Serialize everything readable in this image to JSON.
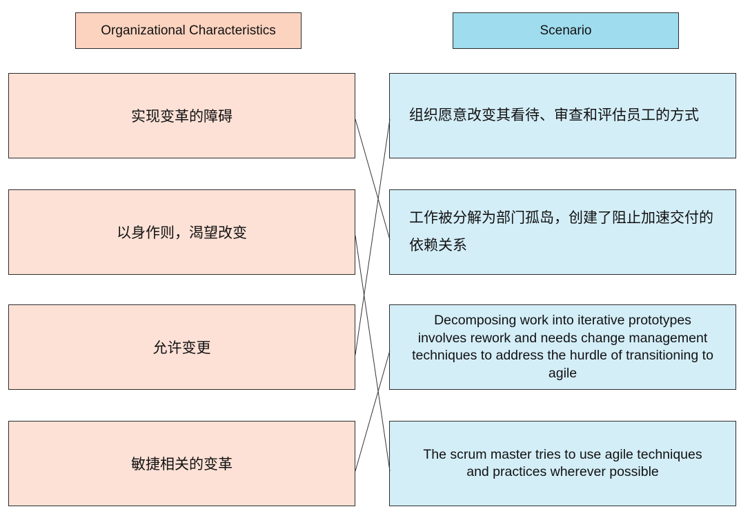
{
  "headers": {
    "left": "Organizational Characteristics",
    "right": "Scenario"
  },
  "characteristics": [
    "实现变革的障碍",
    "以身作则，渴望改变",
    "允许变更",
    "敏捷相关的变革"
  ],
  "scenarios": [
    "组织愿意改变其看待、审查和评估员工的方式",
    "工作被分解为部门孤岛，创建了阻止加速交付的依赖关系",
    "Decomposing work into iterative prototypes involves rework and needs change management techniques to address the hurdle of transitioning to agile",
    "The scrum master tries to use agile techniques and practices wherever possible"
  ],
  "connections": [
    {
      "from": 0,
      "to": 1
    },
    {
      "from": 1,
      "to": 3
    },
    {
      "from": 2,
      "to": 0
    },
    {
      "from": 3,
      "to": 2
    }
  ],
  "colors": {
    "header_left": "#fcd3bf",
    "header_right": "#9fdcee",
    "left_box": "#fde1d6",
    "right_box": "#d4eef8"
  }
}
